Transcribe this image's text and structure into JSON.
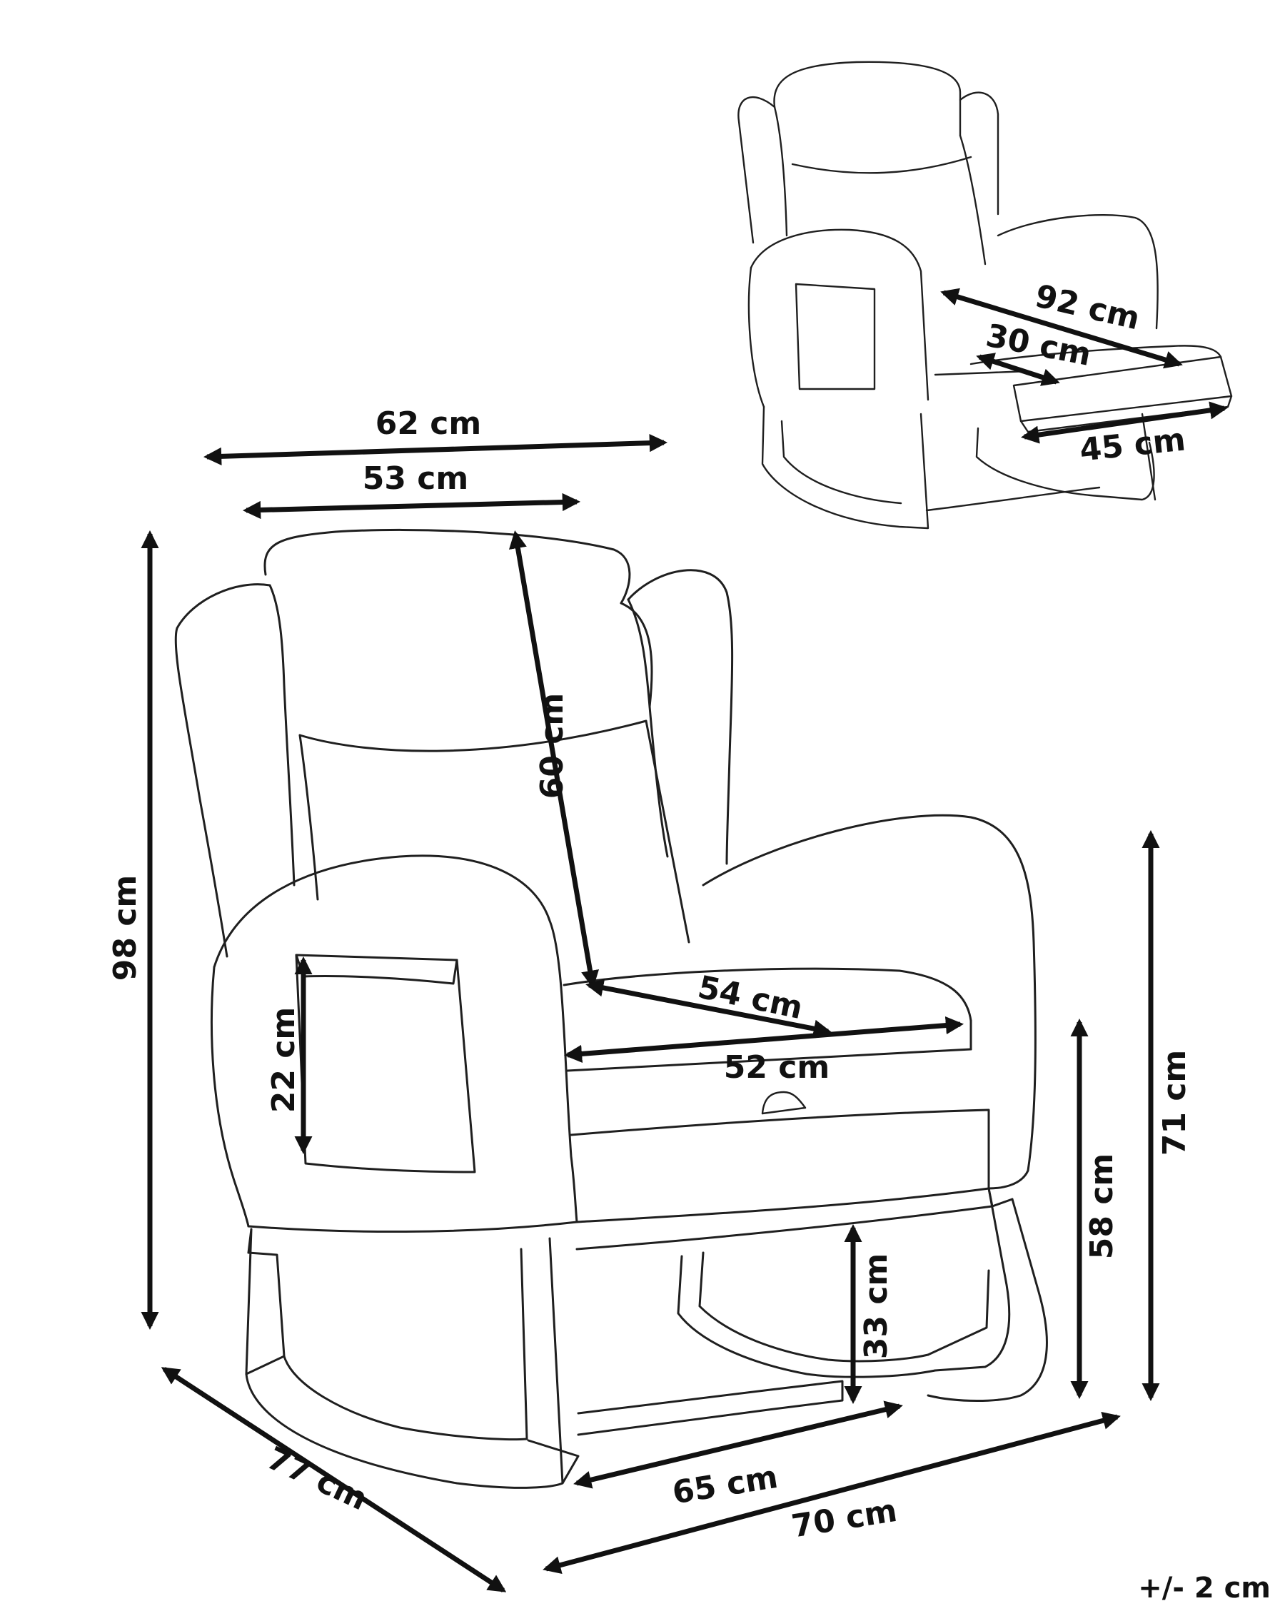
{
  "main_dimensions": {
    "width_overall": "62 cm",
    "width_inner": "53 cm",
    "height_total": "98 cm",
    "backrest_height": "60 cm",
    "seat_depth": "54 cm",
    "seat_width": "52 cm",
    "pocket_height": "22 cm",
    "armrest_height": "71 cm",
    "seat_height": "58 cm",
    "base_clearance": "33 cm",
    "base_inner_width": "65 cm",
    "base_width": "70 cm",
    "depth": "77 cm"
  },
  "inset_dimensions": {
    "reclined_length": "92 cm",
    "footrest_extension": "30 cm",
    "footrest_width": "45 cm"
  },
  "tolerance": "+/- 2 cm",
  "colors": {
    "line": "#1f1f1f",
    "arrow": "#111111",
    "background": "#ffffff"
  }
}
